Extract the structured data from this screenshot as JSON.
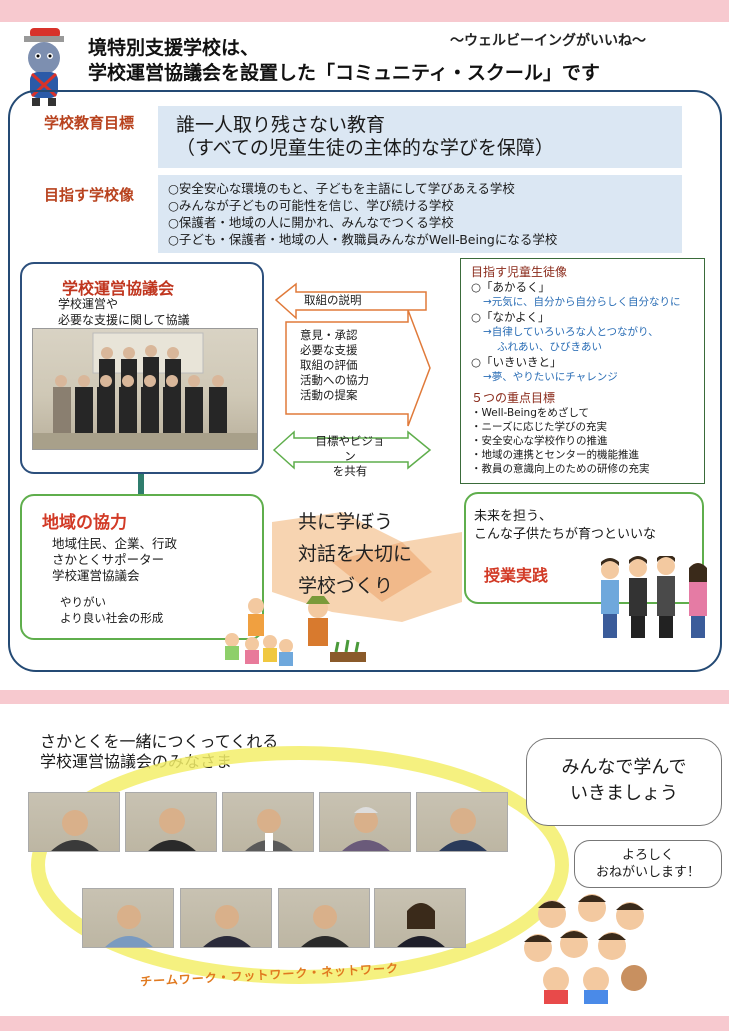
{
  "header": {
    "title_line1": "境特別支援学校は、",
    "title_line2": "学校運営協議会を設置した「コミュニティ・スクール」です",
    "tagline": "～ウェルビーイングがいいね～"
  },
  "school_goal": {
    "label": "学校教育目標",
    "line1": "誰一人取り残さない教育",
    "line2": "（すべての児童生徒の主体的な学びを保障）"
  },
  "school_vision": {
    "label": "目指す学校像",
    "items": [
      "○安全安心な環境のもと、子どもを主語にして学びあえる学校",
      "○みんなが子どもの可能性を信じ、学び続ける学校",
      "○保護者・地域の人に開かれ、みんなでつくる学校",
      "○子ども・保護者・地域の人・教職員みんながWell-Beingになる学校"
    ]
  },
  "council": {
    "title": "学校運営協議会",
    "sub_line1": "学校運営や",
    "sub_line2": "必要な支援に関して協議"
  },
  "center": {
    "left_arrow": "取組の説明",
    "right_arrow_items": [
      "意見・承認",
      "必要な支援",
      "取組の評価",
      "活動への協力",
      "活動の提案"
    ],
    "shared_line1": "目標やビジョン",
    "shared_line2": "を共有"
  },
  "students": {
    "head": "目指す児童生徒像",
    "items": [
      {
        "title": "○「あかるく」",
        "lines": [
          "→元気に、自分から自分らしく自分なりに"
        ]
      },
      {
        "title": "○「なかよく」",
        "lines": [
          "→自律していろいろな人とつながり、",
          "ふれあい、ひびきあい"
        ]
      },
      {
        "title": "○「いきいきと」",
        "lines": [
          "→夢、やりたいにチャレンジ"
        ]
      }
    ],
    "points_head": "５つの重点目標",
    "points": [
      "・Well-Beingをめざして",
      "・ニーズに応じた学びの充実",
      "・安全安心な学校作りの推進",
      "・地域の連携とセンター的機能推進",
      "・教員の意識向上のための研修の充実"
    ]
  },
  "region": {
    "title": "地域の協力",
    "lines": [
      "地域住民、企業、行政",
      "さかとくサポーター",
      "学校運営協議会"
    ],
    "lines2": [
      "やりがい",
      "より良い社会の形成"
    ]
  },
  "motto": {
    "line1": "共に学ぼう",
    "line2": "対話を大切に",
    "line3": "学校づくり"
  },
  "practice": {
    "line1": "未来を担う、",
    "line2": "こんな子供たちが育つといいな",
    "title": "授業実践"
  },
  "lower": {
    "title_line1": "さかとくを一緒につくってくれる",
    "title_line2": "学校運営協議会のみなさま",
    "bubble1_line1": "みんなで学んで",
    "bubble1_line2": "いきましょう",
    "bubble2_line1": "よろしく",
    "bubble2_line2": "おねがいします！",
    "teamwork": "チームワーク・フットワーク・ネットワーク"
  },
  "colors": {
    "band": "#f7c9cf",
    "frame": "#244a74",
    "label": "#b8421e",
    "box_fill": "#dbe7f3",
    "green": "#5fae4c",
    "red": "#d23a26"
  }
}
